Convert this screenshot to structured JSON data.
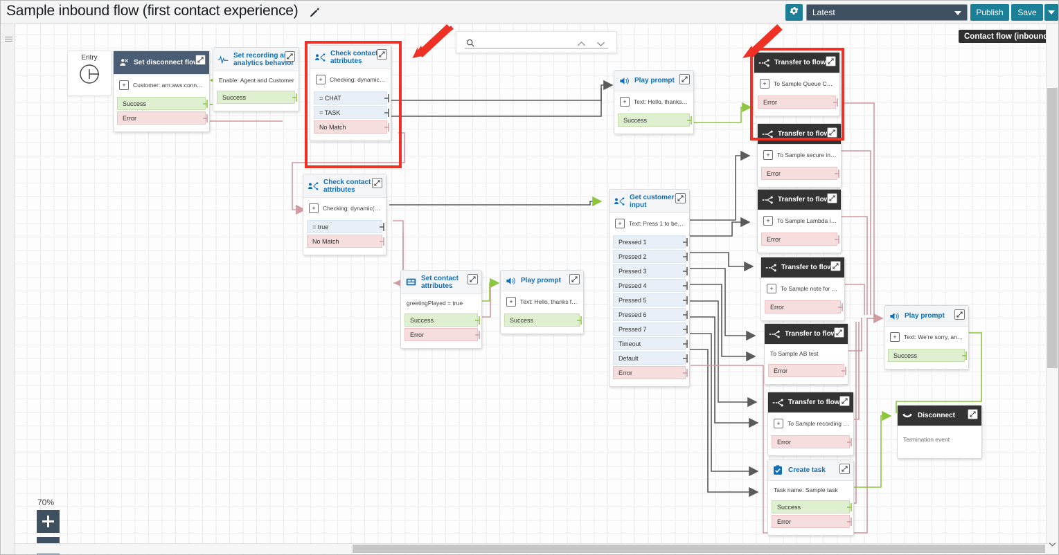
{
  "topbar": {
    "title": "Sample inbound flow (first contact experience)",
    "edit_icon": "pencil-icon",
    "gear_icon": "gear-icon",
    "version_value": "Latest",
    "publish_label": "Publish",
    "save_label": "Save",
    "save_caret_icon": "chevron-down-icon"
  },
  "search": {
    "icon": "search-icon",
    "value": "",
    "placeholder": "",
    "prev_icon": "chevron-up-icon",
    "next_icon": "chevron-down-icon"
  },
  "tooltip": {
    "text": "Contact flow (inbound)"
  },
  "zoom": {
    "level": "70%",
    "zoom_in": "+",
    "zoom_out": "–"
  },
  "entry": {
    "label": "Entry"
  },
  "colors": {
    "accent": "#1b7f97",
    "header_dark": "#4a5d75",
    "header_black": "#333333",
    "header_light": "#f4f5f6",
    "title_blue": "#0f6fb8",
    "success": "#dff0d0",
    "error": "#f7dede",
    "condition": "#e8eff7",
    "annotation_red": "#ee3124"
  },
  "nodes": [
    {
      "id": "set-disconnect-flow",
      "title": "Set disconnect flow",
      "icon": "user-disconnect-icon",
      "header": "dark",
      "param": {
        "text": "Customer: arn:aws:connect...",
        "has_plus": true
      },
      "ports": [
        {
          "label": "Success",
          "kind": "ok"
        },
        {
          "label": "Error",
          "kind": "err"
        }
      ]
    },
    {
      "id": "set-recording-analytics",
      "title": "Set recording and analytics behavior",
      "icon": "waveform-icon",
      "header": "light",
      "param": {
        "text": "Enable: Agent and Customer",
        "has_plus": false
      },
      "ports": [
        {
          "label": "Success",
          "kind": "ok"
        }
      ]
    },
    {
      "id": "check-contact-attributes-system",
      "title": "Check contact attributes",
      "icon": "contact-branch-icon",
      "header": "light",
      "param": {
        "text": "Checking: dynamic(System ...",
        "has_plus": true
      },
      "ports": [
        {
          "label": "= CHAT",
          "kind": "cond"
        },
        {
          "label": "= TASK",
          "kind": "cond"
        },
        {
          "label": "No Match",
          "kind": "err"
        }
      ]
    },
    {
      "id": "check-contact-attributes-user",
      "title": "Check contact attributes",
      "icon": "contact-branch-icon",
      "header": "light",
      "param": {
        "text": "Checking: dynamic(User d...",
        "has_plus": true
      },
      "ports": [
        {
          "label": "= true",
          "kind": "cond"
        },
        {
          "label": "No Match",
          "kind": "err"
        }
      ]
    },
    {
      "id": "play-prompt-thanks-contacting",
      "title": "Play prompt",
      "icon": "speaker-icon",
      "header": "light",
      "param": {
        "text": "Text: Hello, thanks for conta...",
        "has_plus": true
      },
      "ports": [
        {
          "label": "Success",
          "kind": "ok"
        }
      ]
    },
    {
      "id": "set-contact-attributes",
      "title": "Set contact attributes",
      "icon": "attributes-icon",
      "header": "light",
      "param": {
        "text": "greetingPlayed = true",
        "has_plus": false
      },
      "ports": [
        {
          "label": "Success",
          "kind": "ok"
        },
        {
          "label": "Error",
          "kind": "err"
        }
      ]
    },
    {
      "id": "play-prompt-thanks-calling",
      "title": "Play prompt",
      "icon": "speaker-icon",
      "header": "light",
      "param": {
        "text": "Text: Hello, thanks for callin...",
        "has_plus": true
      },
      "ports": [
        {
          "label": "Success",
          "kind": "ok"
        }
      ]
    },
    {
      "id": "get-customer-input",
      "title": "Get customer input",
      "icon": "contact-branch-icon",
      "header": "light",
      "param": {
        "text": "Text: Press 1 to be put in qu...",
        "has_plus": true
      },
      "ports": [
        {
          "label": "Pressed 1",
          "kind": "cond"
        },
        {
          "label": "Pressed 2",
          "kind": "cond"
        },
        {
          "label": "Pressed 3",
          "kind": "cond"
        },
        {
          "label": "Pressed 4",
          "kind": "cond"
        },
        {
          "label": "Pressed 5",
          "kind": "cond"
        },
        {
          "label": "Pressed 6",
          "kind": "cond"
        },
        {
          "label": "Pressed 7",
          "kind": "cond"
        },
        {
          "label": "Timeout",
          "kind": "cond"
        },
        {
          "label": "Default",
          "kind": "cond"
        },
        {
          "label": "Error",
          "kind": "err"
        }
      ]
    },
    {
      "id": "transfer-to-flow-queue",
      "title": "Transfer to flow",
      "icon": "transfer-icon",
      "header": "black",
      "param": {
        "text": "To Sample Queue Configur...",
        "has_plus": true
      },
      "ports": [
        {
          "label": "Error",
          "kind": "err"
        }
      ]
    },
    {
      "id": "transfer-to-flow-secure-input",
      "title": "Transfer to flow",
      "icon": "transfer-icon",
      "header": "black",
      "param": {
        "text": "To Sample secure input wit...",
        "has_plus": true
      },
      "ports": [
        {
          "label": "Error",
          "kind": "err"
        }
      ]
    },
    {
      "id": "transfer-to-flow-lambda",
      "title": "Transfer to flow",
      "icon": "transfer-icon",
      "header": "black",
      "param": {
        "text": "To Sample Lambda integra...",
        "has_plus": true
      },
      "ports": [
        {
          "label": "Error",
          "kind": "err"
        }
      ]
    },
    {
      "id": "transfer-to-flow-note",
      "title": "Transfer to flow",
      "icon": "transfer-icon",
      "header": "black",
      "param": {
        "text": "To Sample note for screen...",
        "has_plus": true
      },
      "ports": [
        {
          "label": "Error",
          "kind": "err"
        }
      ]
    },
    {
      "id": "transfer-to-flow-ab-test",
      "title": "Transfer to flow",
      "icon": "transfer-icon",
      "header": "black",
      "param": {
        "text": "To Sample AB test",
        "has_plus": false
      },
      "ports": [
        {
          "label": "Error",
          "kind": "err"
        }
      ]
    },
    {
      "id": "transfer-to-flow-recording",
      "title": "Transfer to flow",
      "icon": "transfer-icon",
      "header": "black",
      "param": {
        "text": "To Sample recording behav...",
        "has_plus": true
      },
      "ports": [
        {
          "label": "Error",
          "kind": "err"
        }
      ]
    },
    {
      "id": "create-task",
      "title": "Create task",
      "icon": "clipboard-check-icon",
      "header": "light",
      "param": {
        "text": "Task name: Sample task",
        "has_plus": false
      },
      "ports": [
        {
          "label": "Success",
          "kind": "ok"
        },
        {
          "label": "Error",
          "kind": "err"
        }
      ]
    },
    {
      "id": "play-prompt-error",
      "title": "Play prompt",
      "icon": "speaker-icon",
      "header": "light",
      "param": {
        "text": "Text: We're sorry, an error o...",
        "has_plus": true
      },
      "ports": [
        {
          "label": "Success",
          "kind": "ok"
        }
      ]
    },
    {
      "id": "disconnect",
      "title": "Disconnect",
      "icon": "hangup-icon",
      "header": "black",
      "param": {
        "text": "Termination event",
        "has_plus": false
      },
      "ports": []
    }
  ],
  "annotations": [
    {
      "id": "highlight-check-contact-attributes",
      "kind": "box"
    },
    {
      "id": "highlight-transfer-to-flow-queue",
      "kind": "box"
    },
    {
      "id": "arrow-to-check-contact-attributes",
      "kind": "arrow"
    },
    {
      "id": "arrow-to-transfer-to-flow-queue",
      "kind": "arrow"
    }
  ]
}
